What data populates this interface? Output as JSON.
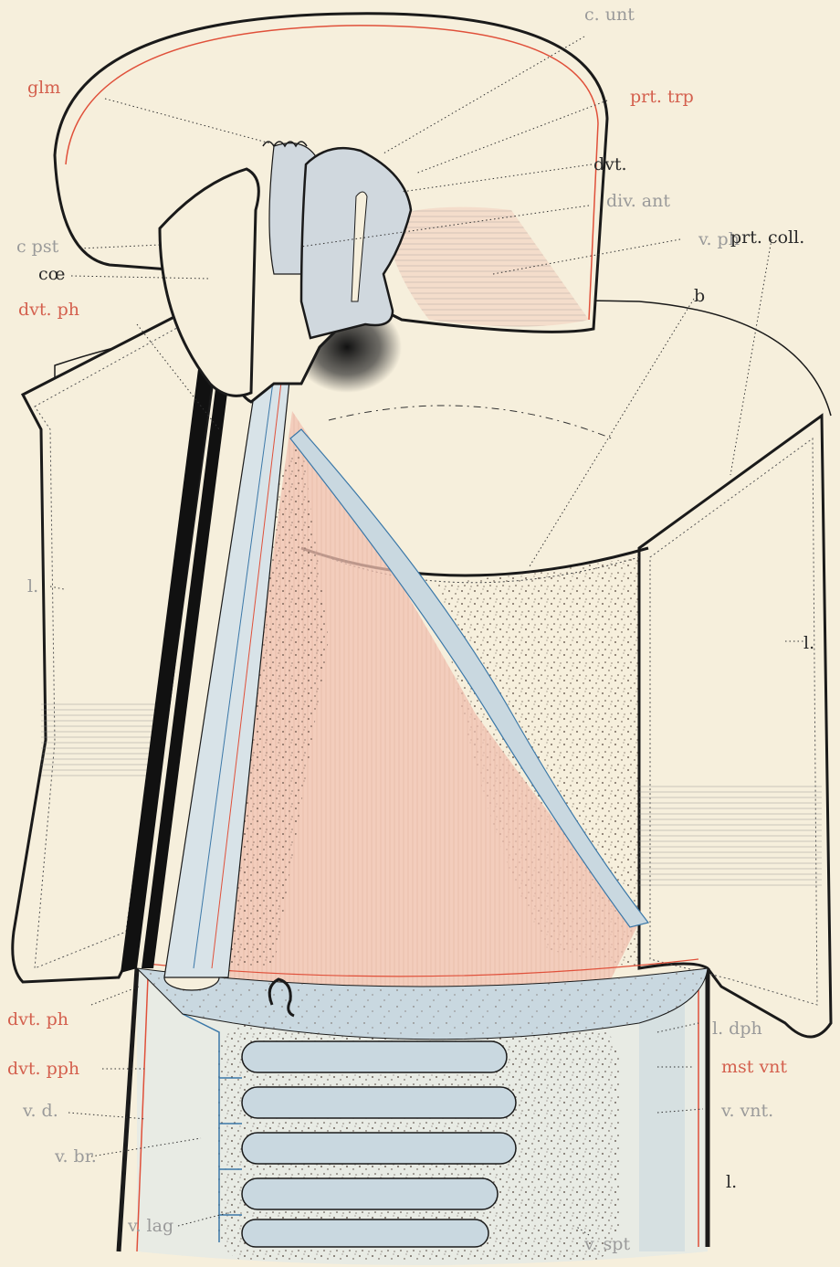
{
  "figure": {
    "background": "#f6efdc",
    "ink": "#1a1a1a",
    "pink_tissue": "#f2c2b2",
    "blue_tissue": "#c9d8e0",
    "red_line": "#e0503a",
    "blue_line": "#3b78a8"
  },
  "labels": {
    "glm": "glm",
    "c_unt": "c. unt",
    "prt_trp": "prt. trp",
    "dvt": "dvt.",
    "div_ant": "div. ant",
    "c_pst": "c pst",
    "coe": "cœ",
    "v_ph": "v. ph",
    "b": "b",
    "prt_coll": "prt. coll.",
    "dvt_ph_top": "dvt. ph",
    "l_left": "l.",
    "l_right": "l.",
    "dvt_ph_bottom": "dvt. ph",
    "dvt_pph": "dvt. pph",
    "v_d": "v. d.",
    "v_br": "v. br.",
    "v_lag": "v. lag",
    "l_dph": "l. dph",
    "mst_vnt": "mst vnt",
    "v_vnt": "v. vnt.",
    "l_bottom": "l.",
    "v_spt": "v. spt"
  }
}
